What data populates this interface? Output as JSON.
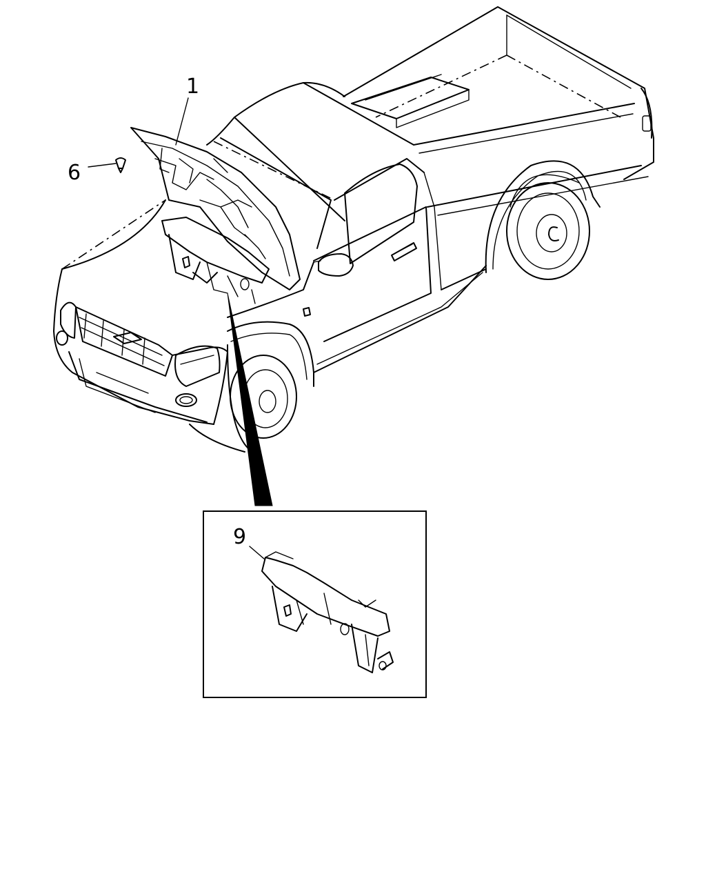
{
  "callouts": {
    "hood": "1",
    "clip": "6",
    "bracket": "9"
  },
  "colors": {
    "line": "#000000",
    "background": "#ffffff"
  }
}
